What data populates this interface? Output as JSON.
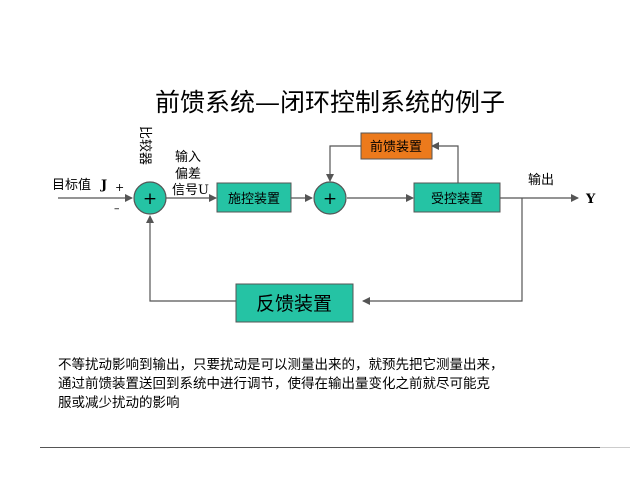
{
  "title": "前馈系统—闭环控制系统的例子",
  "labels": {
    "comparator": "比较器",
    "input_line1": "输入",
    "input_line2": "偏差",
    "input_line3": "信号U",
    "target": "目标值",
    "target_symbol": "J",
    "plus_sign": "+",
    "minus_sign": "–",
    "output": "输出",
    "output_symbol": "Y",
    "sum_glyph": "+"
  },
  "blocks": {
    "control": "施控装置",
    "feedforward": "前馈装置",
    "controlled": "受控装置",
    "feedback": "反馈装置"
  },
  "colors": {
    "teal": "#25c3a4",
    "orange": "#ec7a1c",
    "line": "#555555"
  },
  "description": [
    "不等扰动影响到输出，只要扰动是可以测量出来的，就预先把它测量出来，",
    "通过前馈装置送回到系统中进行调节，使得在输出量变化之前就尽可能克",
    "服或减少扰动的影响"
  ]
}
